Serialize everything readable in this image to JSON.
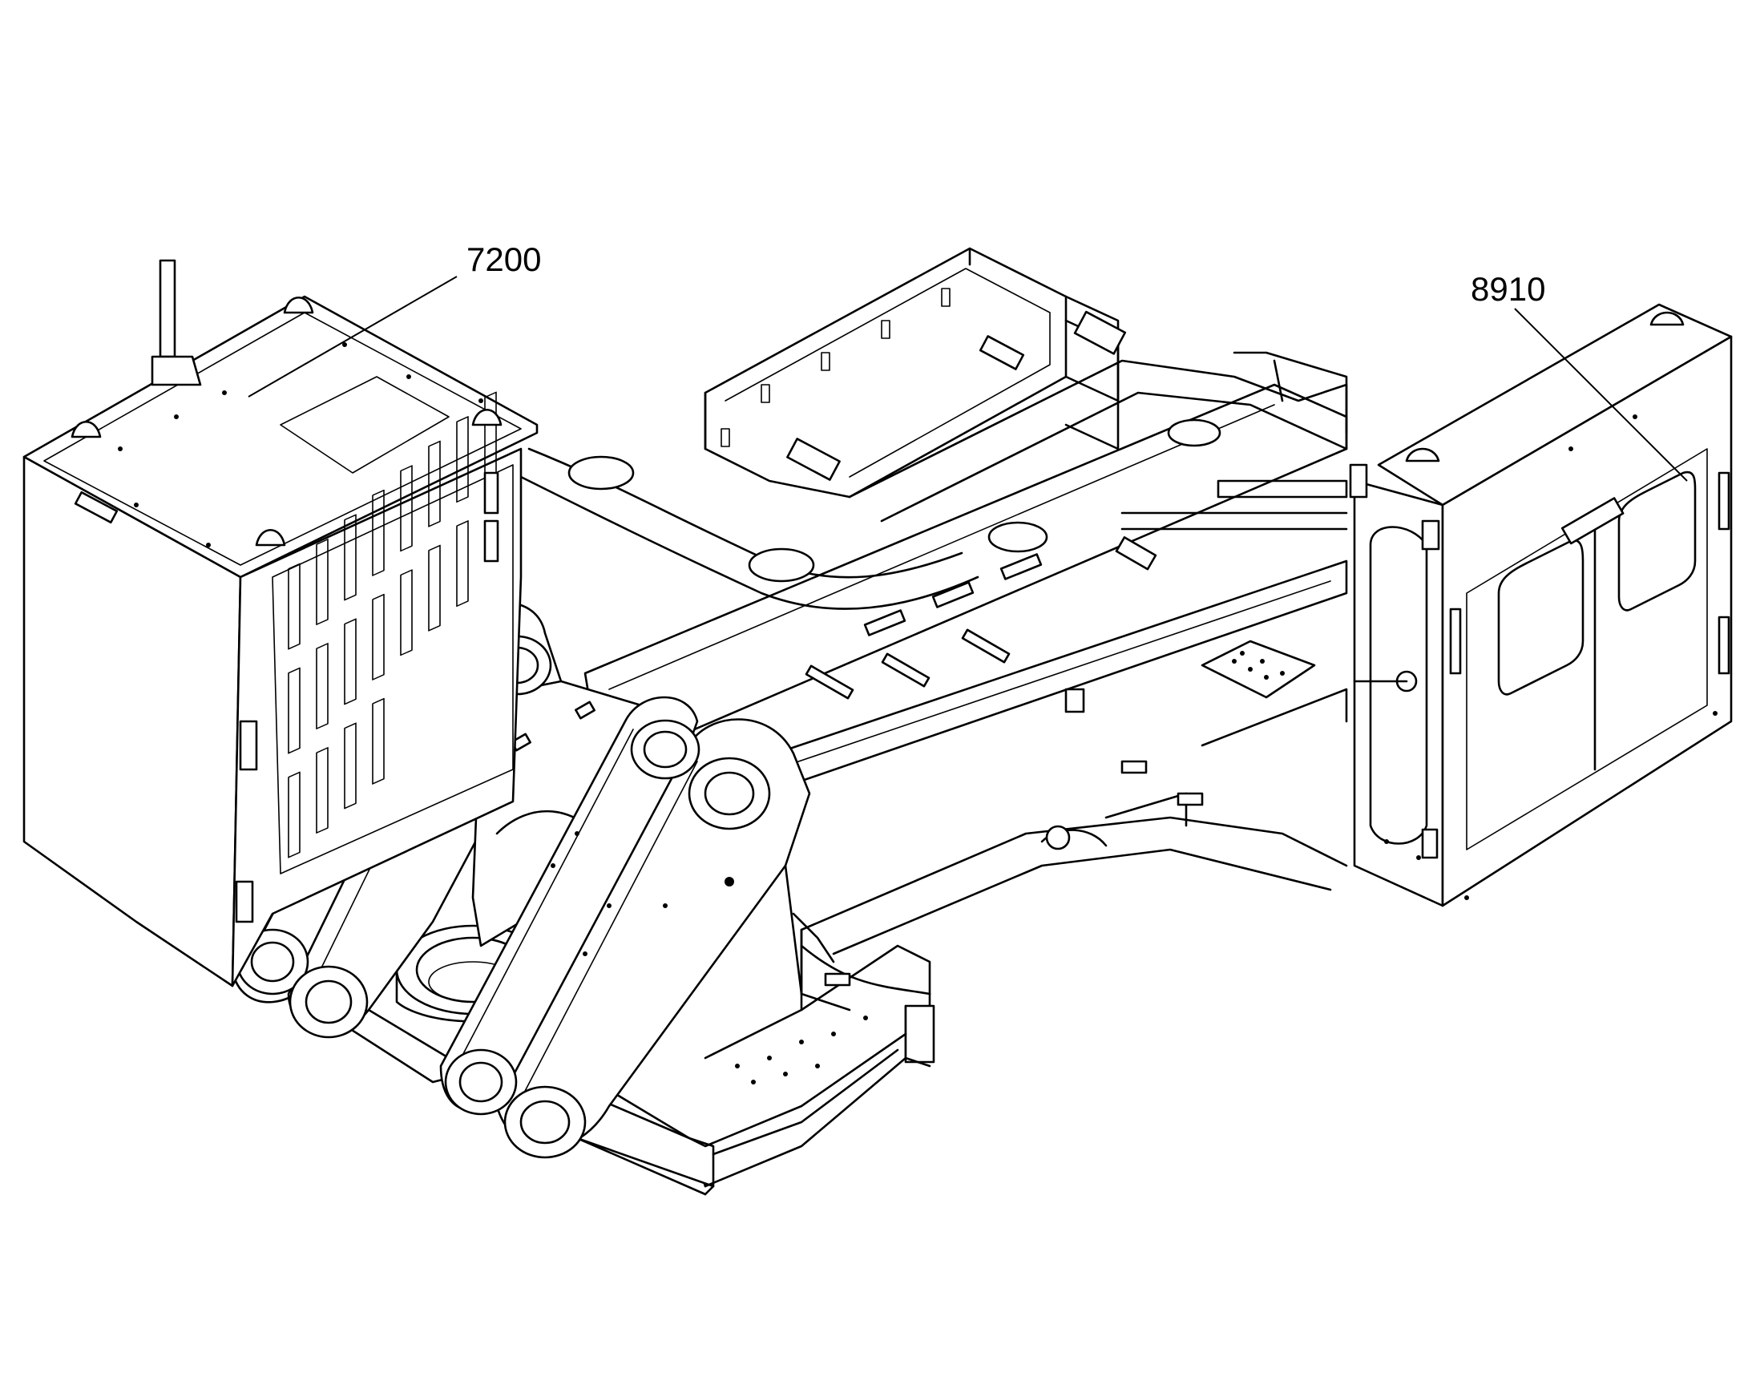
{
  "callouts": [
    {
      "id": "left-box",
      "label": "7200"
    },
    {
      "id": "right-box",
      "label": "8910"
    }
  ]
}
